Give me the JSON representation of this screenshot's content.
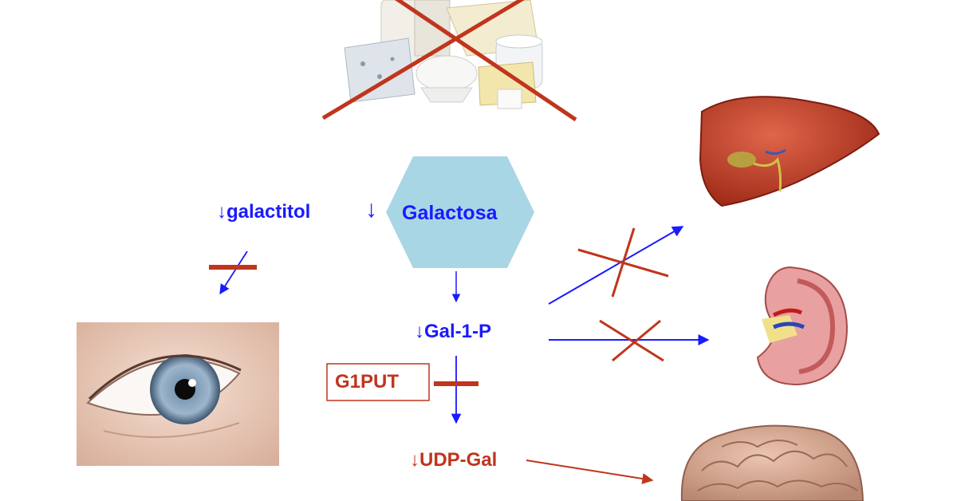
{
  "colors": {
    "pathway_blue": "#1a1aff",
    "inhibition_red": "#c0351d",
    "hexagon_fill": "#a9d6e5",
    "enzyme_box_border": "#c0351d"
  },
  "labels": {
    "galactitol": "↓galactitol",
    "galactose_arrow": "↓",
    "galactose": "Galactosa",
    "gal1p": "↓Gal-1-P",
    "enzyme": "G1PUT",
    "udpgal": "↓UDP-Gal"
  },
  "pictures": {
    "dairy": "dairy-products-crossed-out",
    "eye": "blue-eye-photo",
    "liver": "liver-illustration",
    "kidney": "kidney-cross-section-illustration",
    "brain": "brain-illustration"
  }
}
